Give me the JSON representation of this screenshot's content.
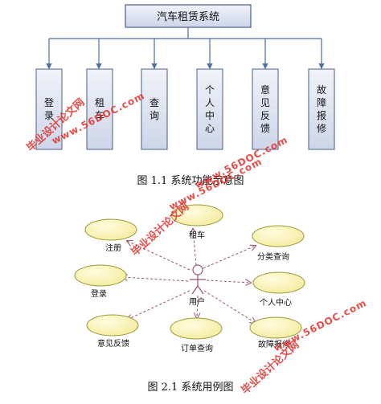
{
  "figure1": {
    "root": "汽车租赁系统",
    "modules": [
      "登录",
      "租车",
      "查询",
      "个人中心",
      "意见反馈",
      "故障报修"
    ],
    "caption": "图 1.1  系统功能示意图"
  },
  "figure2": {
    "actor": "用户",
    "use_cases": [
      "租车",
      "分类查询",
      "注册",
      "个人中心",
      "登录",
      "故障报修",
      "意见反馈",
      "订单查询"
    ],
    "caption": "图 2.1  系统用例图"
  },
  "watermarks": [
    "毕业设计论文网",
    "www.56DOC.com"
  ],
  "colors": {
    "box_fill": "#d9dfee",
    "box_border": "#4a5f8a",
    "connector": "#4a6fa8",
    "ellipse_fill": "#fbf6c2",
    "ellipse_border": "#9a9a3a",
    "arrow": "#a0506e",
    "watermark": "#e3302a"
  }
}
